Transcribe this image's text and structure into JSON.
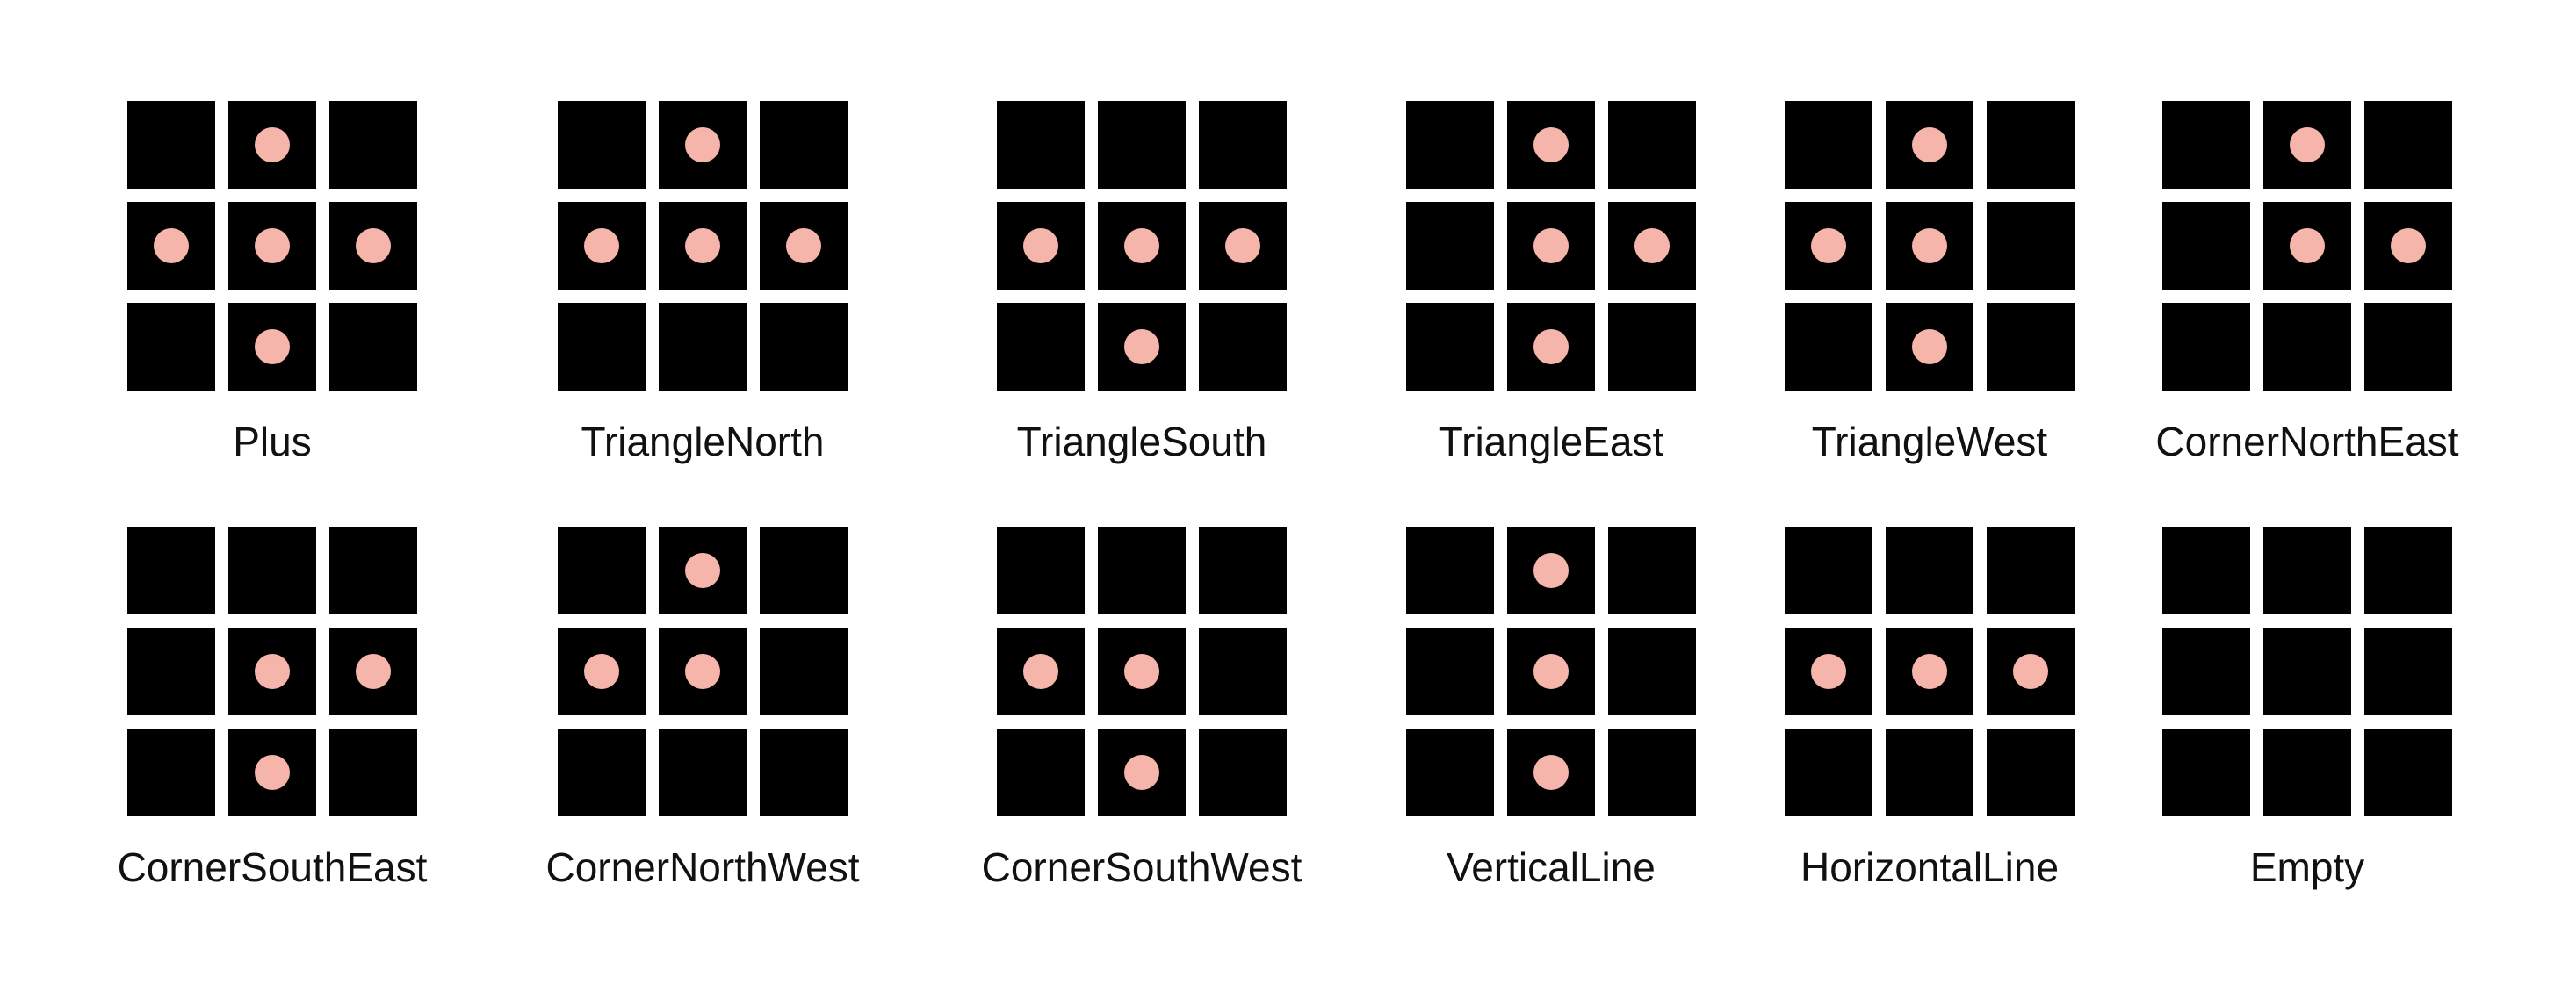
{
  "colors": {
    "cell": "#000000",
    "dot": "#f6b5aa",
    "text": "#111111",
    "background": "#ffffff"
  },
  "patterns": [
    {
      "label": "Plus",
      "dots": [
        [
          0,
          1,
          0
        ],
        [
          1,
          1,
          1
        ],
        [
          0,
          1,
          0
        ]
      ]
    },
    {
      "label": "TriangleNorth",
      "dots": [
        [
          0,
          1,
          0
        ],
        [
          1,
          1,
          1
        ],
        [
          0,
          0,
          0
        ]
      ]
    },
    {
      "label": "TriangleSouth",
      "dots": [
        [
          0,
          0,
          0
        ],
        [
          1,
          1,
          1
        ],
        [
          0,
          1,
          0
        ]
      ]
    },
    {
      "label": "TriangleEast",
      "dots": [
        [
          0,
          1,
          0
        ],
        [
          0,
          1,
          1
        ],
        [
          0,
          1,
          0
        ]
      ]
    },
    {
      "label": "TriangleWest",
      "dots": [
        [
          0,
          1,
          0
        ],
        [
          1,
          1,
          0
        ],
        [
          0,
          1,
          0
        ]
      ]
    },
    {
      "label": "CornerNorthEast",
      "dots": [
        [
          0,
          1,
          0
        ],
        [
          0,
          1,
          1
        ],
        [
          0,
          0,
          0
        ]
      ]
    },
    {
      "label": "CornerSouthEast",
      "dots": [
        [
          0,
          0,
          0
        ],
        [
          0,
          1,
          1
        ],
        [
          0,
          1,
          0
        ]
      ]
    },
    {
      "label": "CornerNorthWest",
      "dots": [
        [
          0,
          1,
          0
        ],
        [
          1,
          1,
          0
        ],
        [
          0,
          0,
          0
        ]
      ]
    },
    {
      "label": "CornerSouthWest",
      "dots": [
        [
          0,
          0,
          0
        ],
        [
          1,
          1,
          0
        ],
        [
          0,
          1,
          0
        ]
      ]
    },
    {
      "label": "VerticalLine",
      "dots": [
        [
          0,
          1,
          0
        ],
        [
          0,
          1,
          0
        ],
        [
          0,
          1,
          0
        ]
      ]
    },
    {
      "label": "HorizontalLine",
      "dots": [
        [
          0,
          0,
          0
        ],
        [
          1,
          1,
          1
        ],
        [
          0,
          0,
          0
        ]
      ]
    },
    {
      "label": "Empty",
      "dots": [
        [
          0,
          0,
          0
        ],
        [
          0,
          0,
          0
        ],
        [
          0,
          0,
          0
        ]
      ]
    }
  ]
}
